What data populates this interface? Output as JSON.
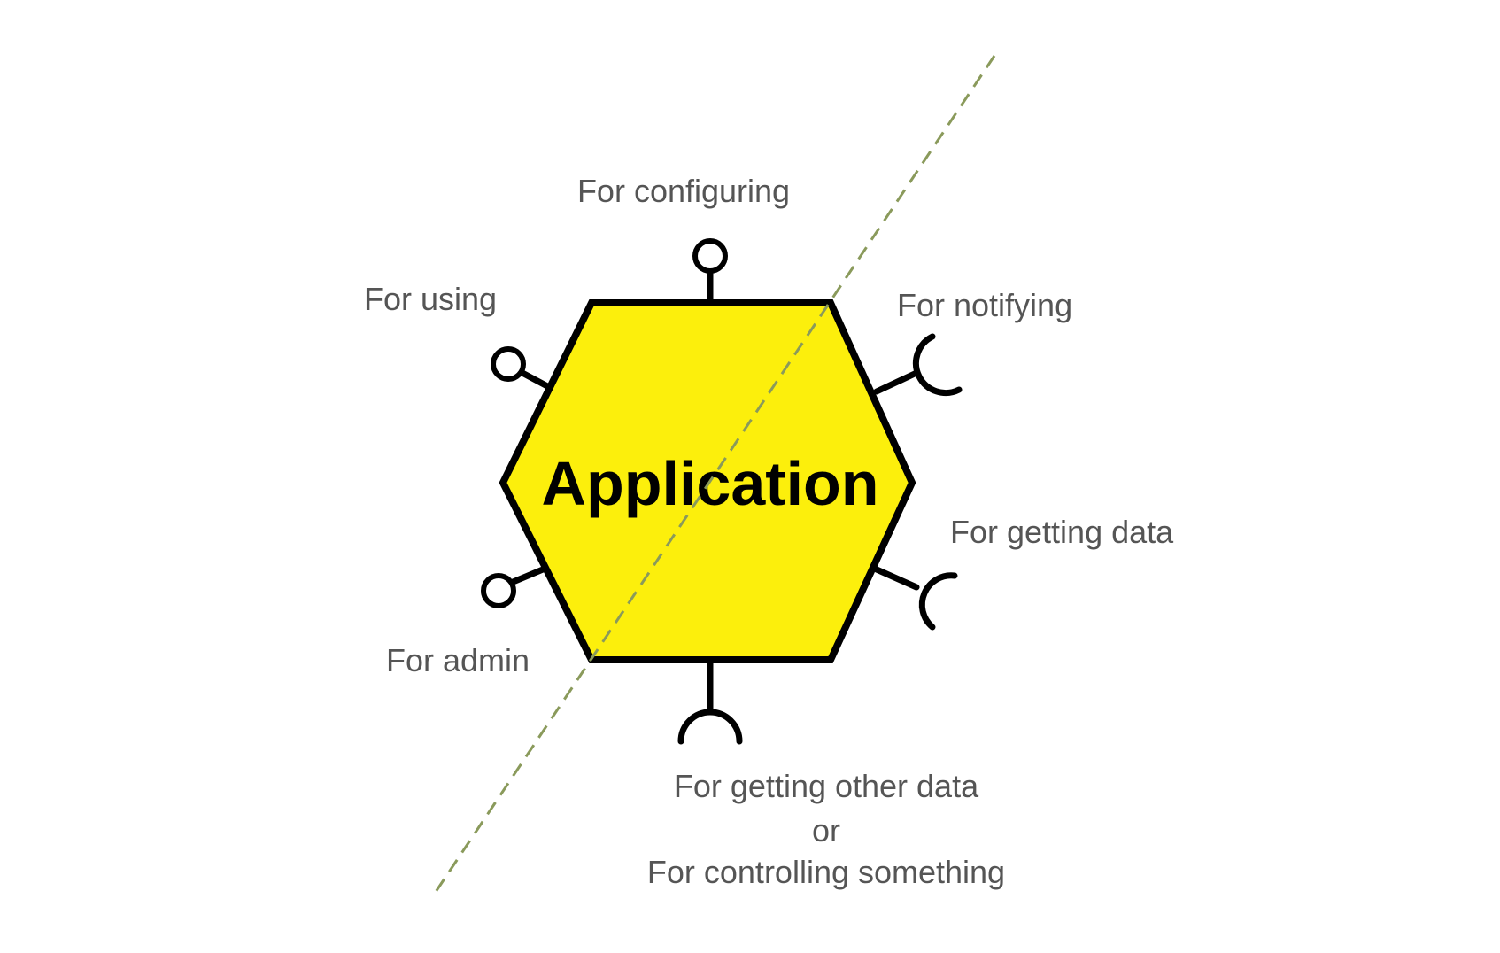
{
  "diagram": {
    "title": "Application",
    "colors": {
      "hexagon_fill": "#fcef0c",
      "outline": "#000000",
      "label_text": "#555555",
      "divider_line": "#8a9a5b",
      "background": "#ffffff"
    },
    "ports": {
      "provided": [
        {
          "label": "For configuring",
          "side": "top",
          "symbol": "lollipop"
        },
        {
          "label": "For using",
          "side": "upper-left",
          "symbol": "lollipop"
        },
        {
          "label": "For admin",
          "side": "lower-left",
          "symbol": "lollipop"
        }
      ],
      "required": [
        {
          "label": "For notifying",
          "side": "upper-right",
          "symbol": "socket"
        },
        {
          "label": "For getting data",
          "side": "lower-right",
          "symbol": "socket"
        },
        {
          "label_lines": [
            "For getting other data",
            "or",
            "For controlling something"
          ],
          "side": "bottom",
          "symbol": "socket"
        }
      ]
    },
    "divider": {
      "style": "dashed",
      "orientation": "diagonal"
    }
  }
}
